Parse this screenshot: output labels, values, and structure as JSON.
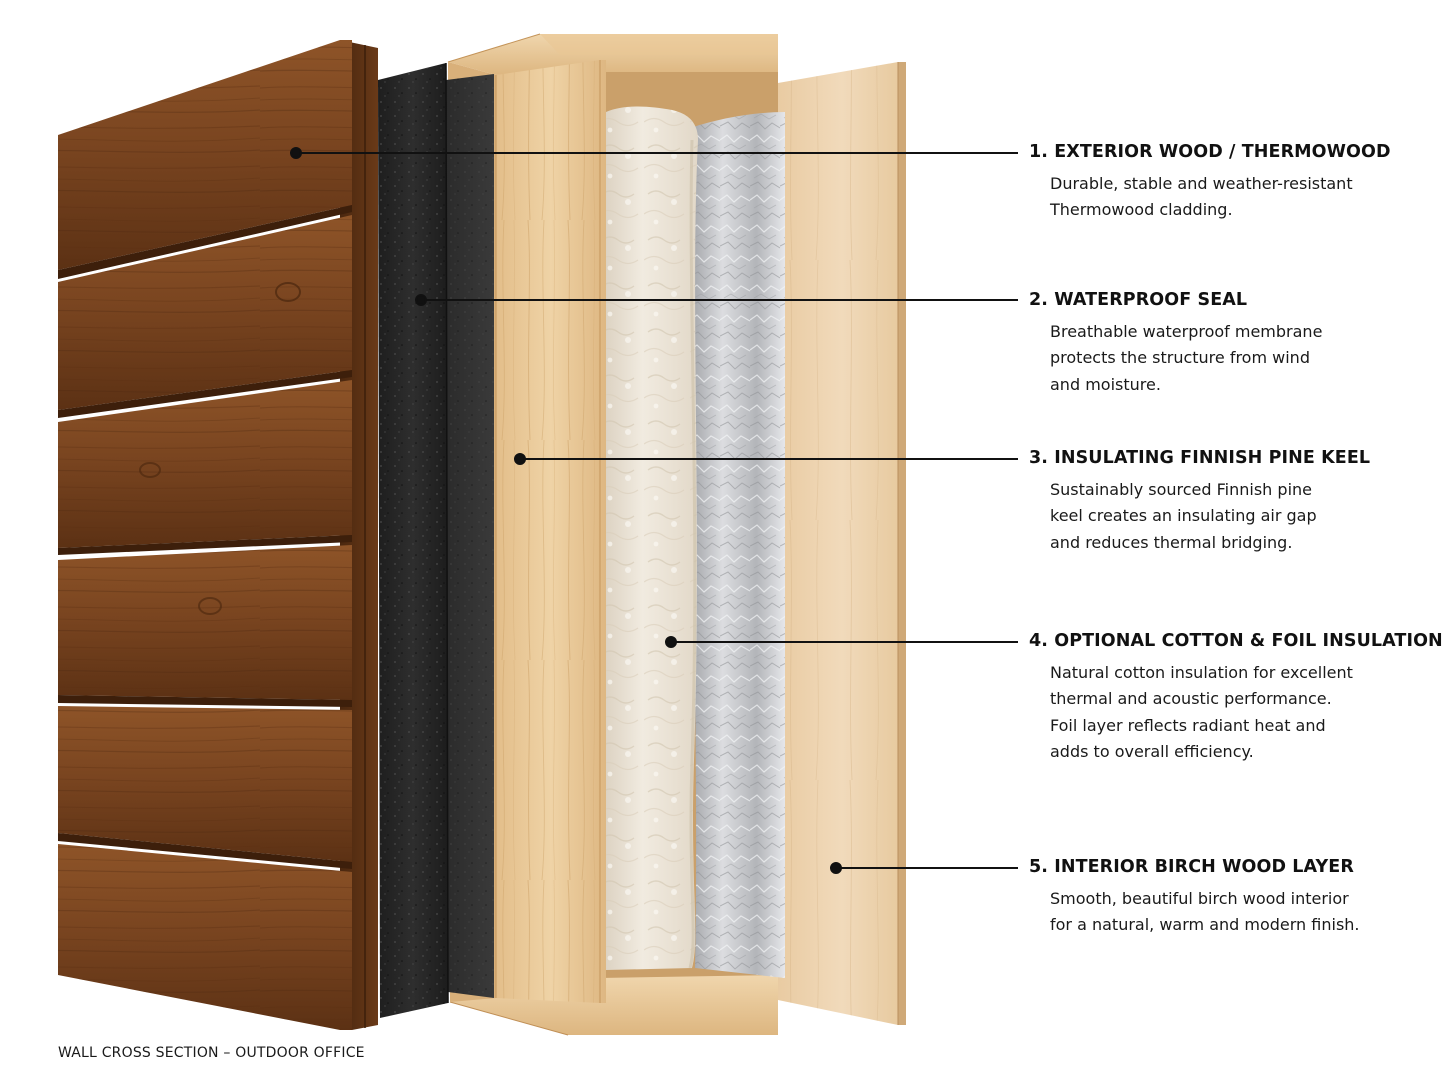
{
  "layers": [
    {
      "title": "1. EXTERIOR WOOD / THERMOWOOD",
      "description": [
        "Durable, stable and weather-resistant",
        "Thermowood cladding."
      ]
    },
    {
      "title": "2. WATERPROOF SEAL",
      "description": [
        "Breathable waterproof membrane",
        "protects the structure from wind",
        "and moisture."
      ]
    },
    {
      "title": "3. INSULATING FINNISH PINE KEEL",
      "description": [
        "Sustainably sourced Finnish pine",
        "keel creates an insulating air gap",
        "and reduces thermal bridging."
      ]
    },
    {
      "title": "4. OPTIONAL COTTON & FOIL INSULATION",
      "description": [
        "Natural cotton insulation for excellent",
        "thermal and acoustic performance.",
        "Foil layer reflects radiant heat and",
        "adds to overall efficiency."
      ]
    },
    {
      "title": "5. INTERIOR BIRCH WOOD LAYER",
      "description": [
        "Smooth, beautiful birch wood interior",
        "for a natural, warm and modern finish."
      ]
    }
  ],
  "caption": "WALL CROSS SECTION – OUTDOOR OFFICE",
  "colors": {
    "thermowood": "#7a4520",
    "membrane": "#2a2a2a",
    "pine": "#e9c99a",
    "cotton": "#efe8dc",
    "foil": "#c8c9cc",
    "birch": "#ecd2ae",
    "leader": "#111111"
  }
}
